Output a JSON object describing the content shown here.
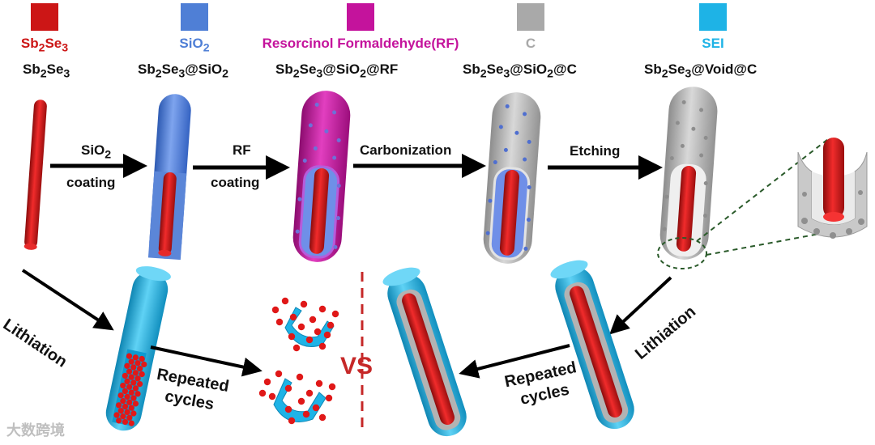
{
  "legend": [
    {
      "html": "Sb<sub>2</sub>Se<sub>3</sub>",
      "color": "#cc1616"
    },
    {
      "html": "SiO<sub>2</sub>",
      "color": "#4f7fd6"
    },
    {
      "html": "Resorcinol Formaldehyde(RF)",
      "color": "#c4139c"
    },
    {
      "html": "C",
      "color": "#a9a9a9"
    },
    {
      "html": "SEI",
      "color": "#1eb3e6"
    }
  ],
  "stages": [
    {
      "html": "Sb<sub>2</sub>Se<sub>3</sub>"
    },
    {
      "html": "Sb<sub>2</sub>Se<sub>3</sub>@SiO<sub>2</sub>"
    },
    {
      "html": "Sb<sub>2</sub>Se<sub>3</sub>@SiO<sub>2</sub>@RF"
    },
    {
      "html": "Sb<sub>2</sub>Se<sub>3</sub>@SiO<sub>2</sub>@C"
    },
    {
      "html": "Sb<sub>2</sub>Se<sub>3</sub>@Void@C"
    }
  ],
  "steps": {
    "sio2_top": "SiO<sub>2</sub>",
    "sio2_bottom": "coating",
    "rf_top": "RF",
    "rf_bottom": "coating",
    "carbonization": "Carbonization",
    "etching": "Etching",
    "lithiation_left": "Lithiation",
    "lithiation_right": "Lithiation",
    "repeated_left": "Repeated cycles",
    "repeated_right": "Repeated cycles",
    "vs": "VS"
  },
  "watermark": "大数跨境",
  "colors": {
    "sb2se3": "#cc1616",
    "sio2": "#4f7fd6",
    "rf": "#c4139c",
    "carbon": "#a9a9a9",
    "sei": "#1eb3e6",
    "vs": "#c62828"
  }
}
